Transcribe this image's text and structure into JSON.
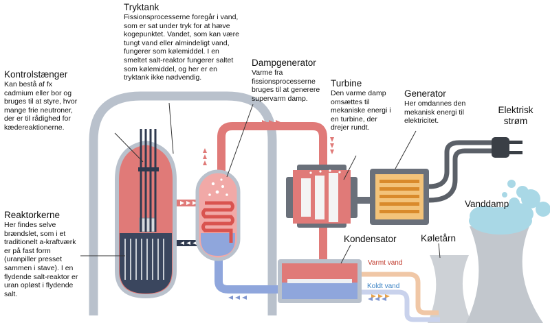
{
  "labels": {
    "kontrolstaenger": {
      "title": "Kontrolstænger",
      "lines": [
        "Kan bestå af fx",
        "cadmium eller bor og",
        "bruges til at styre, hvor",
        "mange frie neutroner,",
        "der er til rådighed for",
        "kædereaktionerne."
      ]
    },
    "tryktank": {
      "title": "Tryktank",
      "lines": [
        "Fissionsprocesserne foregår i vand,",
        "som er sat under tryk for at hæve",
        "kogepunktet. Vandet, som kan være",
        "tungt vand eller almindeligt vand,",
        "fungerer som kølemiddel. I en",
        "smeltet salt-reaktor fungerer saltet",
        "som kølemiddel, og her er en",
        "tryktank ikke nødvendig."
      ]
    },
    "dampgenerator": {
      "title": "Dampgenerator",
      "lines": [
        "Varme fra",
        "fissionsprocesserne",
        "bruges til at generere",
        "supervarm damp."
      ]
    },
    "turbine": {
      "title": "Turbine",
      "lines": [
        "Den varme damp",
        "omsættes til",
        "mekaniske energi i",
        "en turbine, der",
        "drejer rundt."
      ]
    },
    "generator": {
      "title": "Generator",
      "lines": [
        "Her omdannes den",
        "mekanisk energi til",
        "elektricitet."
      ]
    },
    "elektrisk_strom": {
      "lines": [
        "Elektrisk",
        "strøm"
      ]
    },
    "reaktorkerne": {
      "title": "Reaktorkerne",
      "lines": [
        "Her findes selve",
        "brændslet, som i et",
        "traditionelt a-kraftværk",
        "er på fast form",
        "(uranpiller presset",
        "sammen i stave). I en",
        "flydende salt-reaktor er",
        "uran opløst i flydende",
        "salt."
      ]
    },
    "kondensator": {
      "title": "Kondensator"
    },
    "koletarn": {
      "title": "Køletårn"
    },
    "vanddamp": {
      "title": "Vanddamp"
    },
    "varmt_vand": {
      "text": "Varmt vand"
    },
    "koldt_vand": {
      "text": "Koldt vand"
    }
  },
  "colors": {
    "hot": "#e07a78",
    "cold": "#8fa6dc",
    "containment": "#b9c1cc",
    "tower": "#c7ccd2",
    "steam": "#a9d8e6",
    "warm_water_text": "#c0392b",
    "cold_water_text": "#3b82c4",
    "generator_coil": "#e8a73a"
  }
}
